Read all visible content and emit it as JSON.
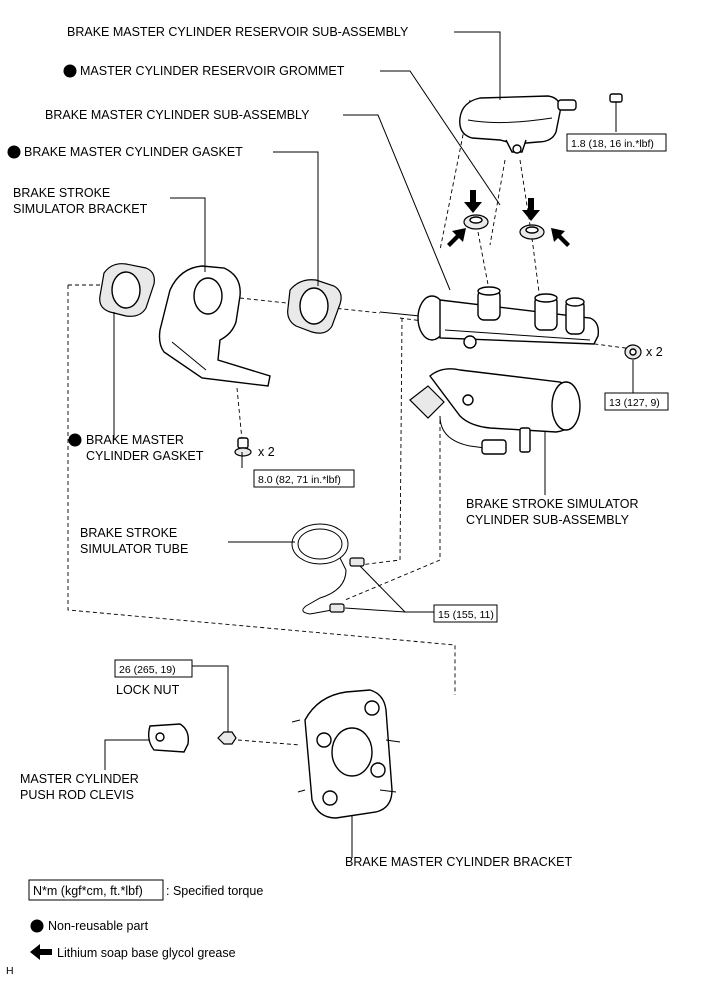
{
  "labels": {
    "reservoir_sub_assembly": "BRAKE MASTER CYLINDER RESERVOIR SUB-ASSEMBLY",
    "reservoir_grommet": "MASTER CYLINDER RESERVOIR GROMMET",
    "master_cylinder_sub_assembly": "BRAKE MASTER CYLINDER SUB-ASSEMBLY",
    "gasket_top": "BRAKE MASTER CYLINDER GASKET",
    "stroke_sim_bracket_l1": "BRAKE STROKE",
    "stroke_sim_bracket_l2": "SIMULATOR BRACKET",
    "gasket_left_l1": "BRAKE MASTER",
    "gasket_left_l2": "CYLINDER GASKET",
    "stroke_sim_cyl_l1": "BRAKE STROKE SIMULATOR",
    "stroke_sim_cyl_l2": "CYLINDER SUB-ASSEMBLY",
    "stroke_sim_tube_l1": "BRAKE STROKE",
    "stroke_sim_tube_l2": "SIMULATOR TUBE",
    "lock_nut": "LOCK NUT",
    "push_rod_clevis_l1": "MASTER CYLINDER",
    "push_rod_clevis_l2": "PUSH ROD CLEVIS",
    "mc_bracket": "BRAKE MASTER CYLINDER BRACKET"
  },
  "torques": {
    "reservoir_bolt": "1.8 (18, 16 in.*lbf)",
    "mc_nut": "13 (127, 9)",
    "bracket_bolt": "8.0 (82, 71 in.*lbf)",
    "tube_nuts": "15 (155, 11)",
    "lock_nut": "26 (265, 19)"
  },
  "quantities": {
    "mc_nut": "x 2",
    "bracket_bolt": "x 2"
  },
  "legend": {
    "torque_unit": "N*m (kgf*cm, ft.*lbf)",
    "torque_desc": ": Specified torque",
    "non_reusable": "Non-reusable part",
    "grease": "Lithium soap base glycol grease"
  },
  "corner_mark": "H"
}
